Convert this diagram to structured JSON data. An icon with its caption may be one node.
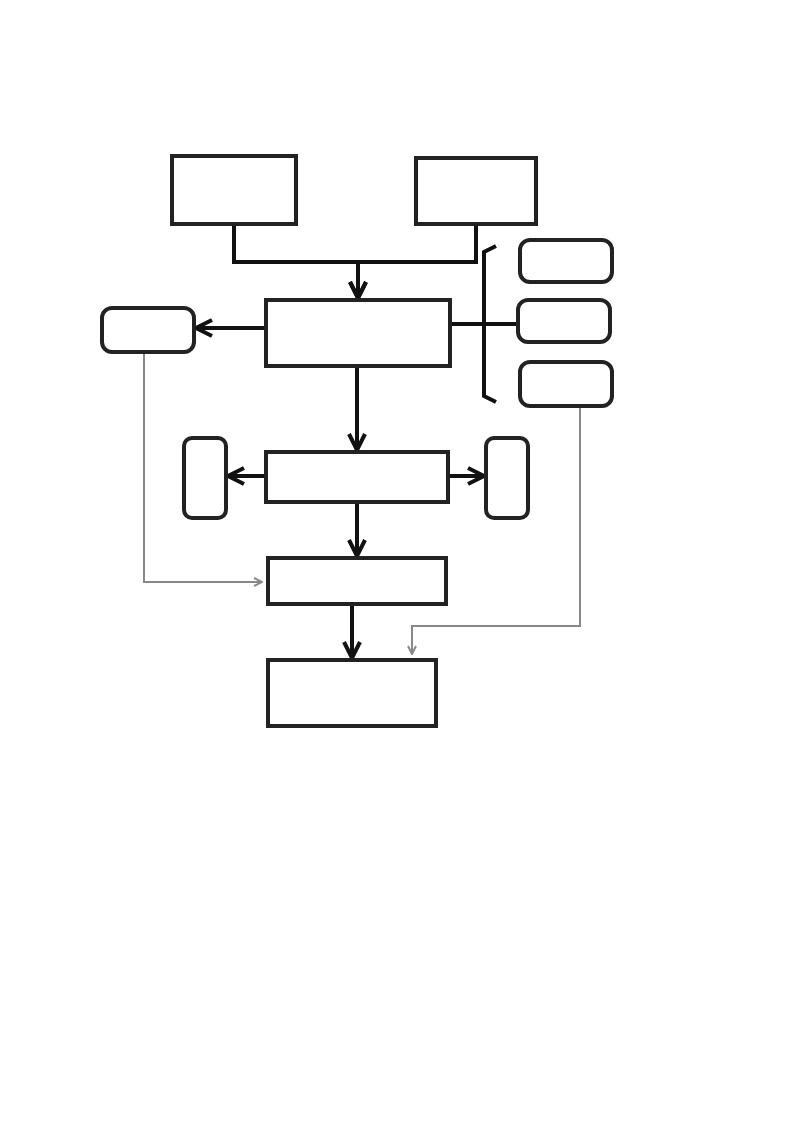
{
  "diagram": {
    "nodes": [
      {
        "text": [],
        "shape": "box"
      },
      {
        "text": [],
        "shape": "box"
      },
      {
        "text": [],
        "shape": "box"
      },
      {
        "text": [],
        "shape": "box"
      },
      {
        "text": [],
        "shape": "box"
      },
      {
        "text": [],
        "shape": "box"
      },
      {
        "text": [],
        "shape": "box"
      },
      {
        "text": [],
        "shape": "box"
      },
      {
        "text": [],
        "shape": "box"
      },
      {
        "text": [],
        "shape": "box"
      },
      {
        "text": [],
        "shape": "box"
      },
      {
        "text": [],
        "shape": "box"
      }
    ],
    "edges": [
      {
        "from": 0,
        "to": 6,
        "arrow": "to"
      },
      {
        "from": 1,
        "to": 6,
        "arrow": "to"
      },
      {
        "from": 6,
        "to": 5,
        "arrow": "to"
      },
      {
        "from": 6,
        "to": 2,
        "arrow": "none"
      },
      {
        "from": 6,
        "to": 3,
        "arrow": "none"
      },
      {
        "from": 6,
        "to": 4,
        "arrow": "none"
      },
      {
        "from": 6,
        "to": 8,
        "arrow": "to"
      },
      {
        "from": 8,
        "to": 7,
        "arrow": "to"
      },
      {
        "from": 8,
        "to": 9,
        "arrow": "to"
      },
      {
        "from": 8,
        "to": 10,
        "arrow": "to"
      },
      {
        "from": 10,
        "to": 11,
        "arrow": "to"
      },
      {
        "from": 5,
        "to": 10,
        "arrow": "to",
        "color": "#888888"
      },
      {
        "from": 4,
        "to": 11,
        "arrow": "to",
        "color": "#888888"
      }
    ]
  }
}
